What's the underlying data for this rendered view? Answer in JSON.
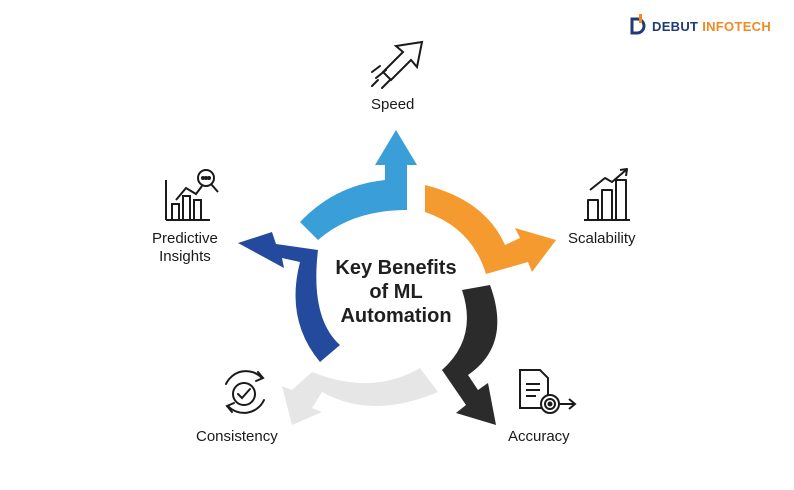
{
  "logo": {
    "word1": "DEBUT",
    "word2": "INFOTECH"
  },
  "center": {
    "line1": "Key Benefits",
    "line2": "of ML",
    "line3": "Automation"
  },
  "benefits": [
    {
      "label": "Speed",
      "color": "#3a9fd8",
      "icon": "rocket-arrow-icon"
    },
    {
      "label": "Scalability",
      "color": "#f59a2e",
      "icon": "growth-bar-chart-icon"
    },
    {
      "label": "Accuracy",
      "color": "#2b2b2b",
      "icon": "document-target-icon"
    },
    {
      "label": "Consistency",
      "color": "#e6e6e6",
      "icon": "cycle-check-icon"
    },
    {
      "label": "Predictive",
      "label2": "Insights",
      "color": "#234a9c",
      "icon": "chart-search-icon"
    }
  ]
}
